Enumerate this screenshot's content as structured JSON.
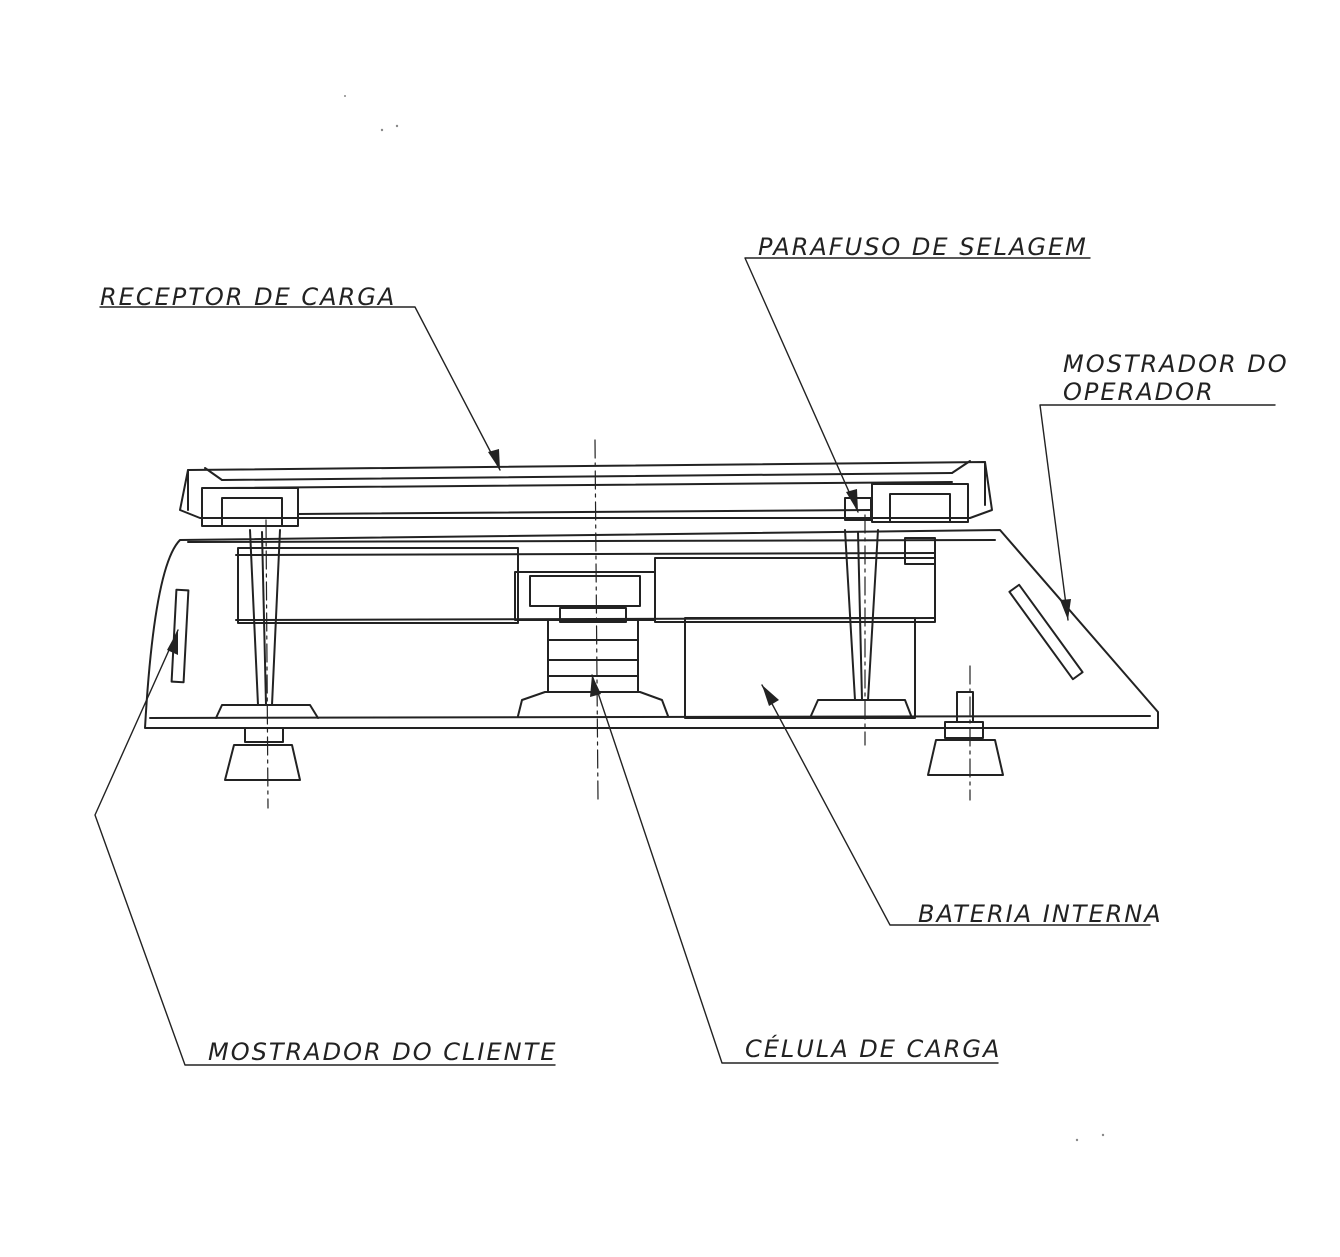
{
  "labels": {
    "receptor": "RECEPTOR DE CARGA",
    "parafuso": "PARAFUSO DE SELAGEM",
    "operador_line1": "MOSTRADOR DO",
    "operador_line2": "OPERADOR",
    "bateria": "BATERIA INTERNA",
    "cliente": "MOSTRADOR DO CLIENTE",
    "celula": "CÉLULA DE CARGA"
  },
  "colors": {
    "ink": "#222222",
    "background": "#ffffff"
  }
}
